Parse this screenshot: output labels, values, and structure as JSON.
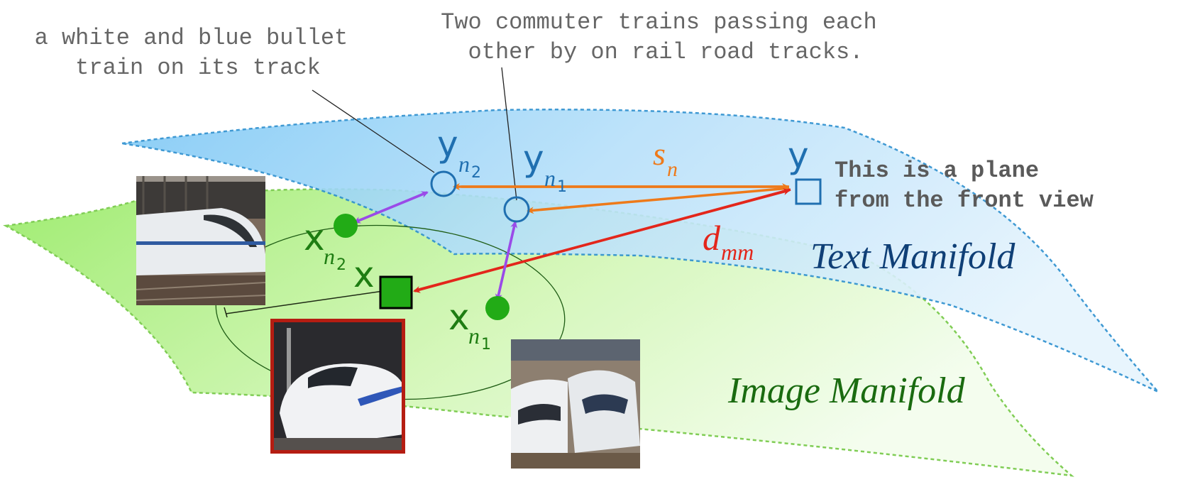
{
  "captions": {
    "bullet_train": [
      "a white and blue bullet",
      "train on its track"
    ],
    "commuter_trains": [
      "Two commuter trains passing each",
      "other by on rail road tracks."
    ],
    "plane": [
      "This is a plane",
      "from the front view"
    ]
  },
  "manifolds": {
    "text": "Text Manifold",
    "image": "Image Manifold"
  },
  "symbols": {
    "y": "y",
    "y_n2_base": "y",
    "y_n2_sub": "n",
    "y_n2_subsub": "2",
    "y_n1_base": "y",
    "y_n1_sub": "n",
    "y_n1_subsub": "1",
    "x": "x",
    "x_n2_base": "x",
    "x_n2_sub": "n",
    "x_n2_subsub": "2",
    "x_n1_base": "x",
    "x_n1_sub": "n",
    "x_n1_subsub": "1",
    "s_n_base": "s",
    "s_n_sub": "n",
    "d_mm_base": "d",
    "d_mm_sub": "mm"
  },
  "colors": {
    "text_manifold": "#bfe3fb",
    "image_manifold": "#c8f3a6",
    "text_symbols": "#1f6fb0",
    "image_symbols": "#1e7d12",
    "positive_arrow": "#ee7a1a",
    "mismatch_arrow": "#e3261b",
    "neighbor_arrow": "#9a4be8",
    "caption_gray": "#666666",
    "highlight_frame": "#b51d12"
  },
  "icons": {
    "photo_left": "bullet-train-photo",
    "photo_center": "bullet-train-closeup-photo",
    "photo_right": "two-trains-photo"
  }
}
